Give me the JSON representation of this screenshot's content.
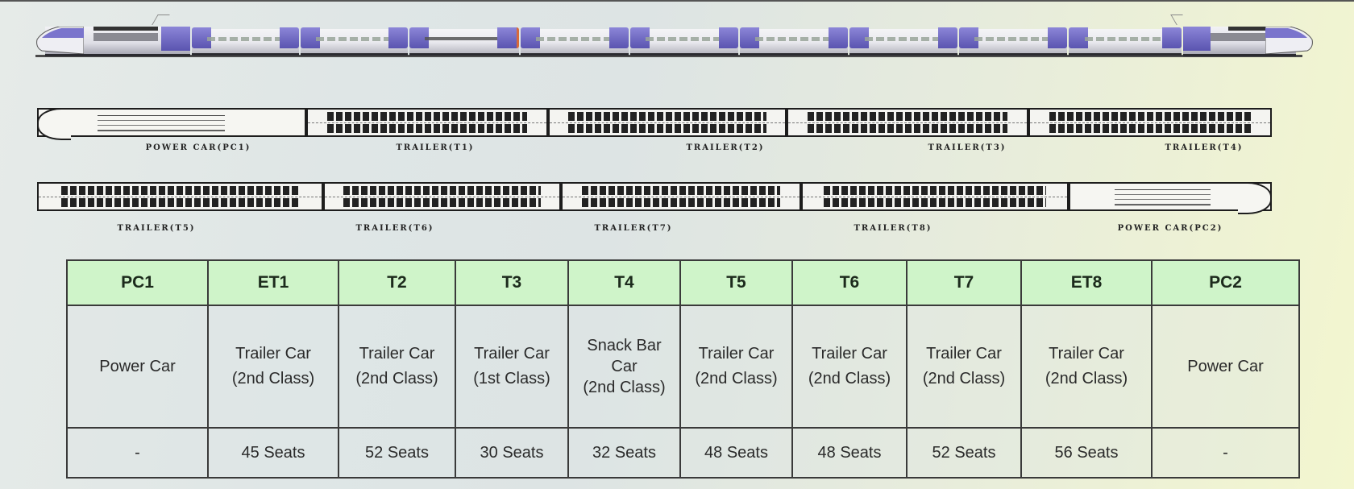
{
  "illustration": {
    "alt": "Side view of high-speed trainset with 2 power cars and 8 trailer cars",
    "accent_color": "#6e68c4"
  },
  "floor_plans": {
    "row1": [
      {
        "id": "PC1",
        "label": "POWER CAR(PC1)"
      },
      {
        "id": "T1",
        "label": "TRAILER(T1)"
      },
      {
        "id": "T2",
        "label": "TRAILER(T2)"
      },
      {
        "id": "T3",
        "label": "TRAILER(T3)"
      },
      {
        "id": "T4",
        "label": "TRAILER(T4)"
      }
    ],
    "row2": [
      {
        "id": "T5",
        "label": "TRAILER(T5)"
      },
      {
        "id": "T6",
        "label": "TRAILER(T6)"
      },
      {
        "id": "T7",
        "label": "TRAILER(T7)"
      },
      {
        "id": "T8",
        "label": "TRAILER(T8)"
      },
      {
        "id": "PC2",
        "label": "POWER CAR(PC2)"
      }
    ]
  },
  "table": {
    "header_color": "#cff4c9",
    "columns": [
      {
        "code": "PC1",
        "type_lines": [
          "Power Car"
        ],
        "seats": "-"
      },
      {
        "code": "ET1",
        "type_lines": [
          "Trailer Car",
          "(2nd Class)"
        ],
        "seats": "45 Seats"
      },
      {
        "code": "T2",
        "type_lines": [
          "Trailer Car",
          "(2nd Class)"
        ],
        "seats": "52 Seats"
      },
      {
        "code": "T3",
        "type_lines": [
          "Trailer Car",
          "(1st Class)"
        ],
        "seats": "30 Seats"
      },
      {
        "code": "T4",
        "type_lines": [
          "Snack Bar",
          "Car",
          "(2nd Class)"
        ],
        "seats": "32 Seats"
      },
      {
        "code": "T5",
        "type_lines": [
          "Trailer Car",
          "(2nd Class)"
        ],
        "seats": "48 Seats"
      },
      {
        "code": "T6",
        "type_lines": [
          "Trailer Car",
          "(2nd Class)"
        ],
        "seats": "48 Seats"
      },
      {
        "code": "T7",
        "type_lines": [
          "Trailer Car",
          "(2nd Class)"
        ],
        "seats": "52 Seats"
      },
      {
        "code": "ET8",
        "type_lines": [
          "Trailer Car",
          "(2nd Class)"
        ],
        "seats": "56 Seats"
      },
      {
        "code": "PC2",
        "type_lines": [
          "Power Car"
        ],
        "seats": "-"
      }
    ]
  }
}
